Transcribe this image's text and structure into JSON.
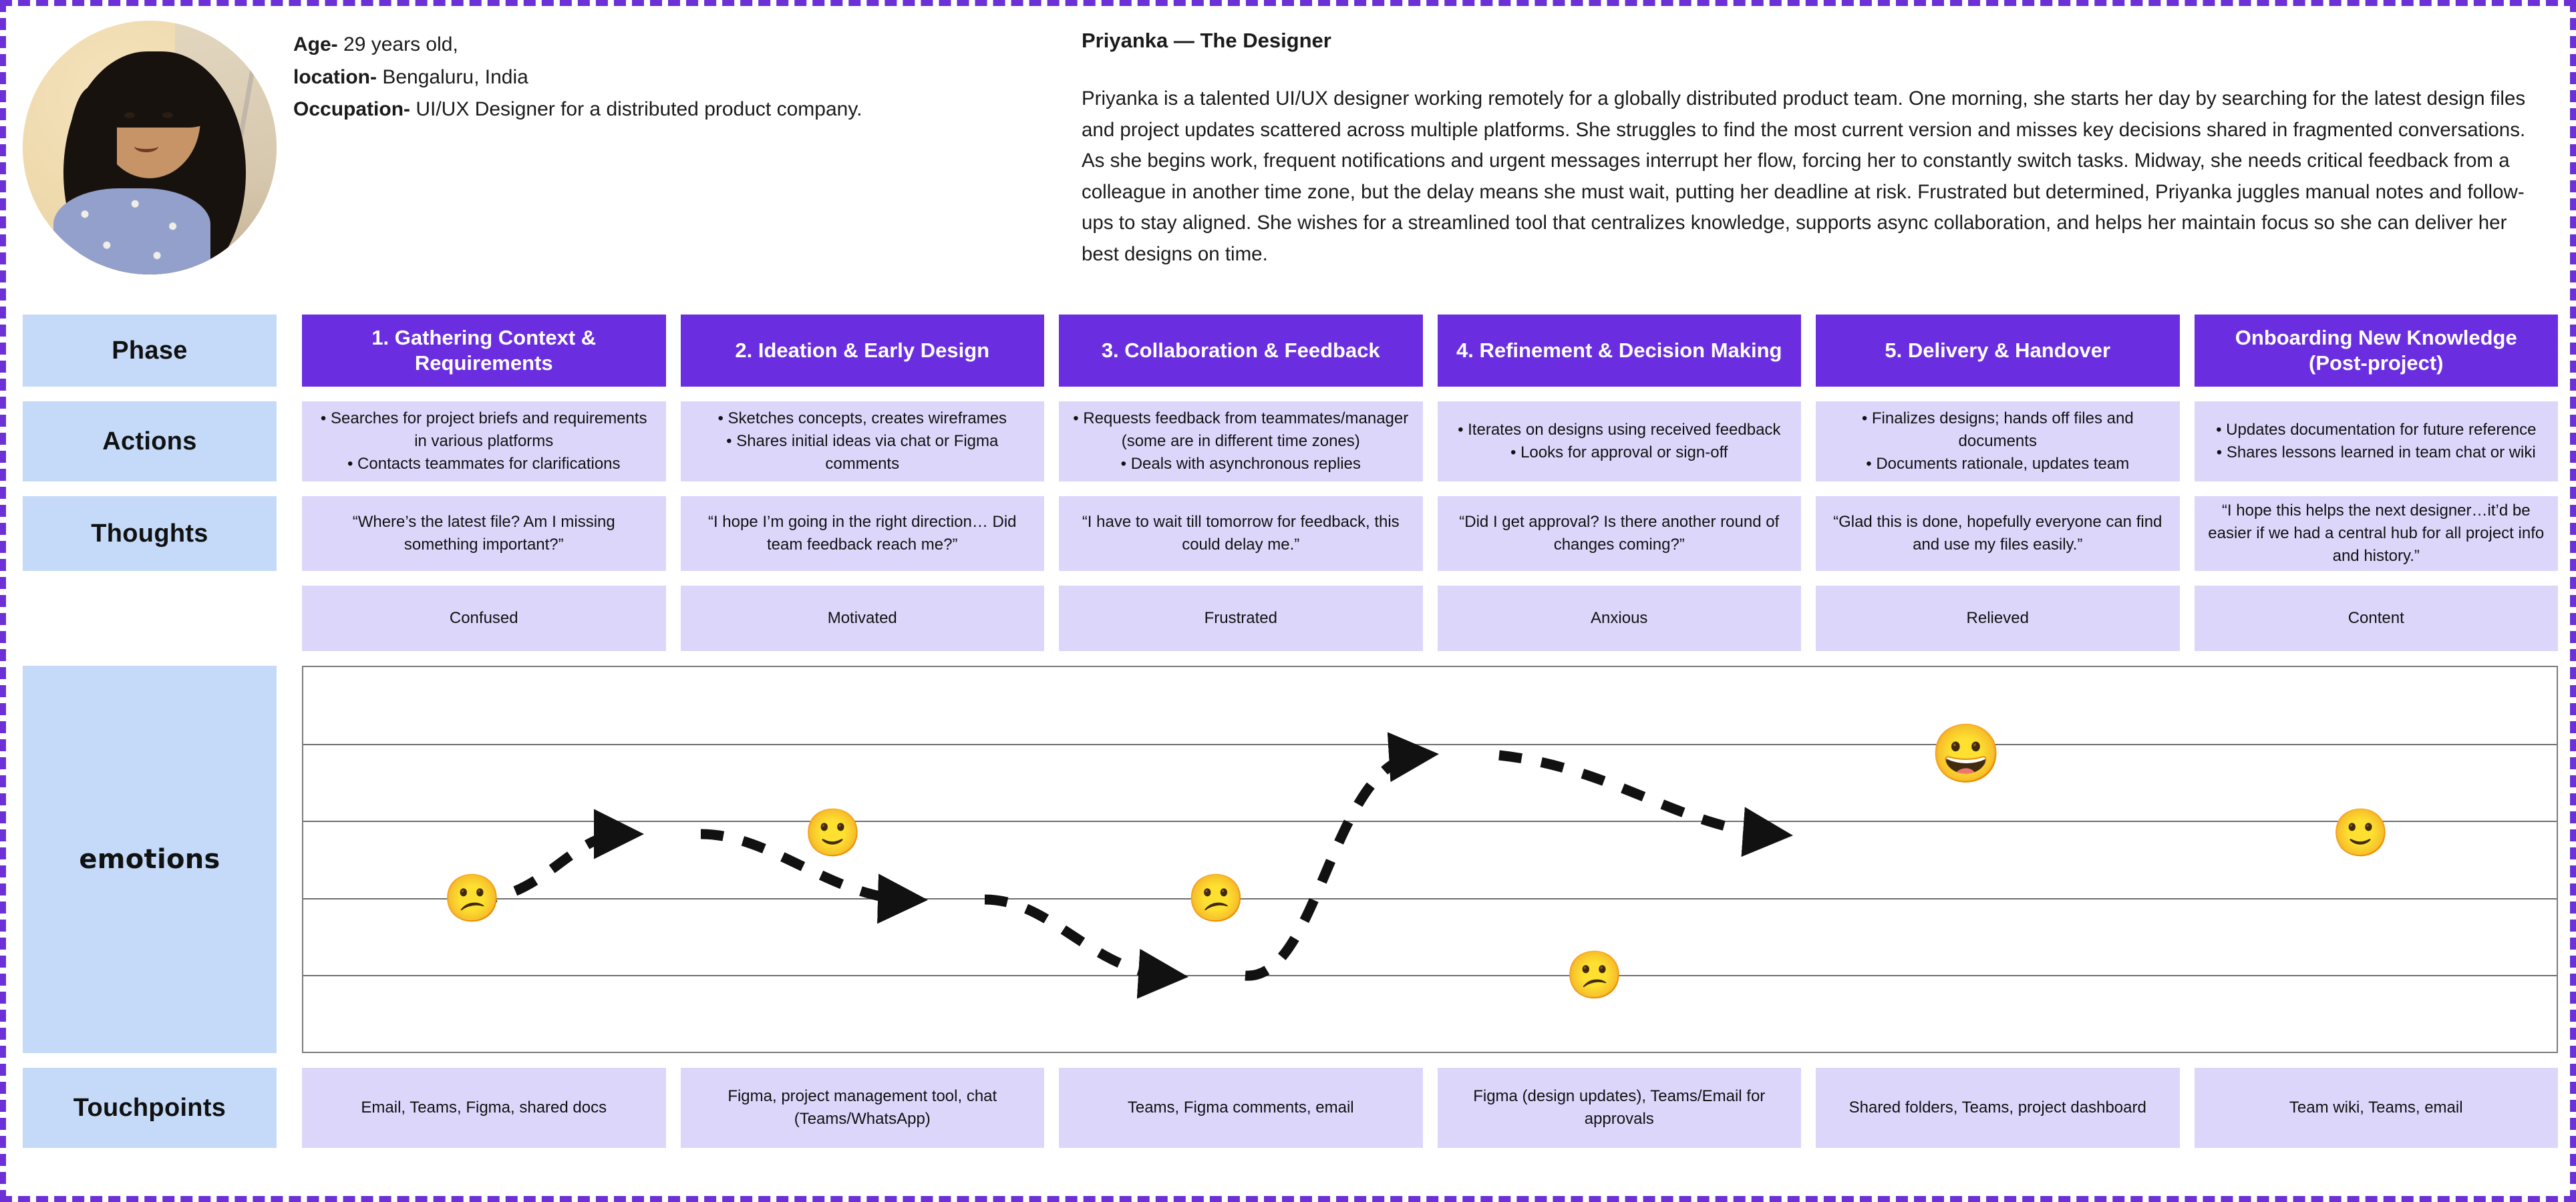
{
  "persona": {
    "facts": [
      {
        "label": "Age-",
        "value": " 29 years old,"
      },
      {
        "label": "location-",
        "value": " Bengaluru, India"
      },
      {
        "label": "Occupation-",
        "value": " UI/UX Designer for a distributed product company."
      }
    ],
    "avatar_alt": "persona-photo",
    "title": "Priyanka — The Designer",
    "story": "Priyanka is a talented UI/UX designer working remotely for a globally distributed product team. One morning, she starts her day by searching for the latest design files and project updates scattered across multiple platforms. She struggles to find the most current version and misses key decisions shared in fragmented conversations. As she begins work, frequent notifications and urgent messages interrupt her flow, forcing her to constantly switch tasks. Midway, she needs critical feedback from a colleague in another time zone, but the delay means she must wait, putting her deadline at risk. Frustrated but determined, Priyanka juggles manual notes and follow-ups to stay aligned. She wishes for a streamlined tool that centralizes knowledge, supports async collaboration, and helps her maintain focus so she can deliver her best designs on time."
  },
  "row_labels": {
    "phase": "Phase",
    "actions": "Actions",
    "thoughts": "Thoughts",
    "emotions": "emotions",
    "touchpoints": "Touchpoints"
  },
  "colors": {
    "accent_purple": "#6a2ee0",
    "label_blue": "#c4daf8",
    "cell_lavender": "#ddd6fb",
    "border_dash": "#6b30d6"
  },
  "phases": [
    "1. Gathering Context & Requirements",
    "2. Ideation & Early Design",
    "3. Collaboration & Feedback",
    "4. Refinement & Decision Making",
    "5. Delivery & Handover",
    "Onboarding New Knowledge (Post-project)"
  ],
  "actions": [
    [
      "Searches for project briefs and requirements in various platforms",
      "Contacts teammates for clarifications"
    ],
    [
      "Sketches concepts, creates wireframes",
      "Shares initial ideas via chat or Figma comments"
    ],
    [
      "Requests feedback from teammates/manager (some are in different time zones)",
      "Deals with asynchronous replies"
    ],
    [
      "Iterates on designs using received feedback",
      "Looks for approval or sign-off"
    ],
    [
      "Finalizes designs; hands off files and documents",
      "Documents rationale, updates team"
    ],
    [
      "Updates documentation for future reference",
      "Shares lessons learned in team chat or wiki"
    ]
  ],
  "thoughts": [
    "“Where’s the latest file? Am I missing something important?”",
    "“I hope I’m going in the right direction… Did team feedback reach me?”",
    "“I have to wait till tomorrow for feedback, this could delay me.”",
    "“Did I get approval? Is there another round of changes coming?”",
    "“Glad this is done, hopefully everyone can find and use my files easily.”",
    "“I hope this helps the next designer…it’d be easier if we had a central hub for all project info and history.”"
  ],
  "moods": [
    "Confused",
    "Motivated",
    "Frustrated",
    "Anxious",
    "Relieved",
    "Content"
  ],
  "touchpoints": [
    "Email, Teams, Figma, shared docs",
    "Figma, project management tool, chat (Teams/WhatsApp)",
    "Teams, Figma comments, email",
    "Figma (design updates), Teams/Email for approvals",
    "Shared folders, Teams, project dashboard",
    "Team wiki, Teams, email"
  ],
  "chart_data": {
    "type": "line",
    "title": "emotions",
    "xlabel": "",
    "ylabel": "",
    "grid": true,
    "legend": null,
    "categories": [
      "1. Gathering Context & Requirements",
      "2. Ideation & Early Design",
      "3. Collaboration & Feedback",
      "4. Refinement & Decision Making",
      "5. Delivery & Handover",
      "Onboarding New Knowledge (Post-project)"
    ],
    "ylim": [
      0,
      5
    ],
    "y_gridlines": [
      1,
      2,
      3,
      4
    ],
    "series": [
      {
        "name": "Emotional journey",
        "style": "dashed-arrow",
        "color": "#111111",
        "values": [
          2.1,
          3.1,
          2.1,
          1.05,
          4.25,
          3.0
        ],
        "point_labels": [
          "Confused",
          "Motivated",
          "Frustrated",
          "Anxious",
          "Relieved",
          "Content"
        ],
        "markers": [
          "confused-face",
          "slightly-smiling-face",
          "confused-face",
          "confused-face",
          "grinning-face",
          "slightly-smiling-face"
        ],
        "marker_glyphs": [
          "😕",
          "🙂",
          "😕",
          "😕",
          "😀",
          "🙂"
        ]
      }
    ]
  }
}
